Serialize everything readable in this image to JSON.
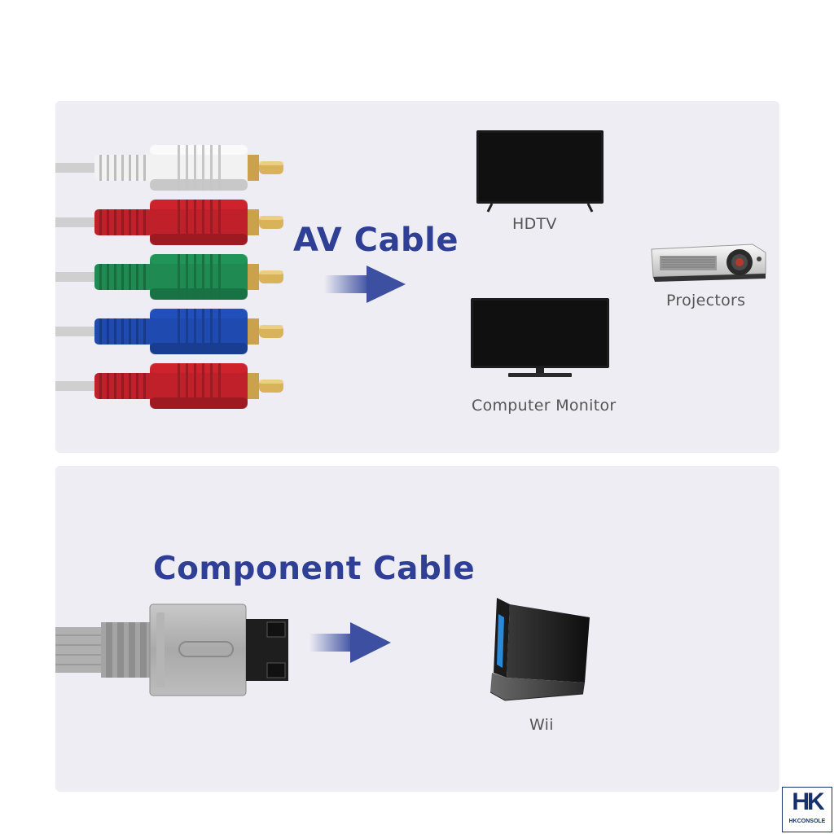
{
  "av_section": {
    "title": "AV Cable",
    "plug_colors": [
      "#f2f2f2",
      "#c0202a",
      "#1f8a52",
      "#1f4bb0",
      "#c0202a"
    ],
    "devices": [
      {
        "label": "HDTV",
        "icon": "hdtv-icon"
      },
      {
        "label": "Projectors",
        "icon": "projector-icon"
      },
      {
        "label": "Computer Monitor",
        "icon": "monitor-icon"
      }
    ]
  },
  "component_section": {
    "title": "Component Cable",
    "devices": [
      {
        "label": "Wii",
        "icon": "wii-console-icon"
      }
    ]
  },
  "logo": {
    "mark": "HK",
    "text": "HKCONSOLE"
  },
  "colors": {
    "heading": "#2f3f96",
    "panel": "#ededf3",
    "arrow": "#3c4fa0"
  }
}
